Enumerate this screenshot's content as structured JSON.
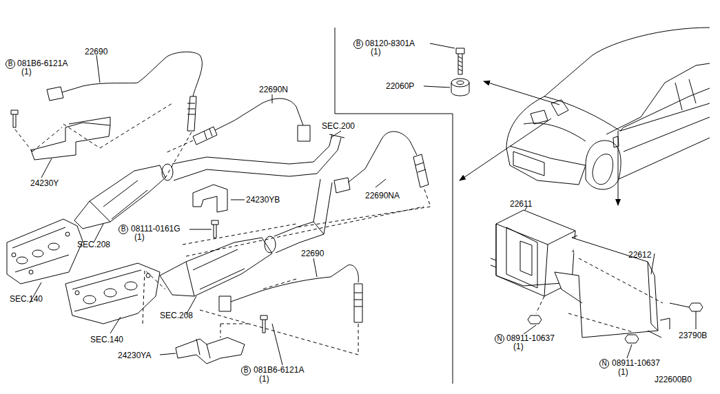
{
  "diagram": {
    "labels": [
      "B",
      "081B6-6121A",
      "(1)",
      "22690",
      "22690N",
      "SEC.200",
      "24230Y",
      "24230YB",
      "22690NA",
      "B",
      "08111-0161G",
      "(1)",
      "SEC.208",
      "SEC.140",
      "22690",
      "SEC.208",
      "SEC.140",
      "24230YA",
      "B",
      "081B6-6121A",
      "(1)",
      "B",
      "08120-8301A",
      "(1)",
      "22060P",
      "22611",
      "22612",
      "N",
      "08911-10637",
      "(1)",
      "23790B",
      "N",
      "08911-10637",
      "(1)",
      "J22600B0"
    ]
  }
}
